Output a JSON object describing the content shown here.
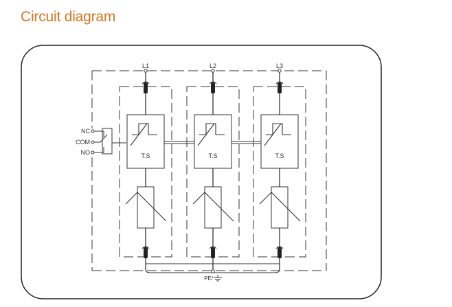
{
  "heading": "Circuit diagram",
  "colors": {
    "heading": "#d4761f",
    "line": "#333333",
    "frame": "#222222"
  },
  "diagram": {
    "phases": [
      {
        "label": "L1",
        "module_label": "T.S"
      },
      {
        "label": "L2",
        "module_label": "T.S"
      },
      {
        "label": "L3",
        "module_label": "T.S"
      }
    ],
    "signal_contacts": [
      "NC",
      "COM",
      "NO"
    ],
    "earth_label": "PE/",
    "icons": [
      "ground-symbol-icon",
      "thermal-switch-icon",
      "varistor-icon",
      "fuse-icon"
    ]
  }
}
